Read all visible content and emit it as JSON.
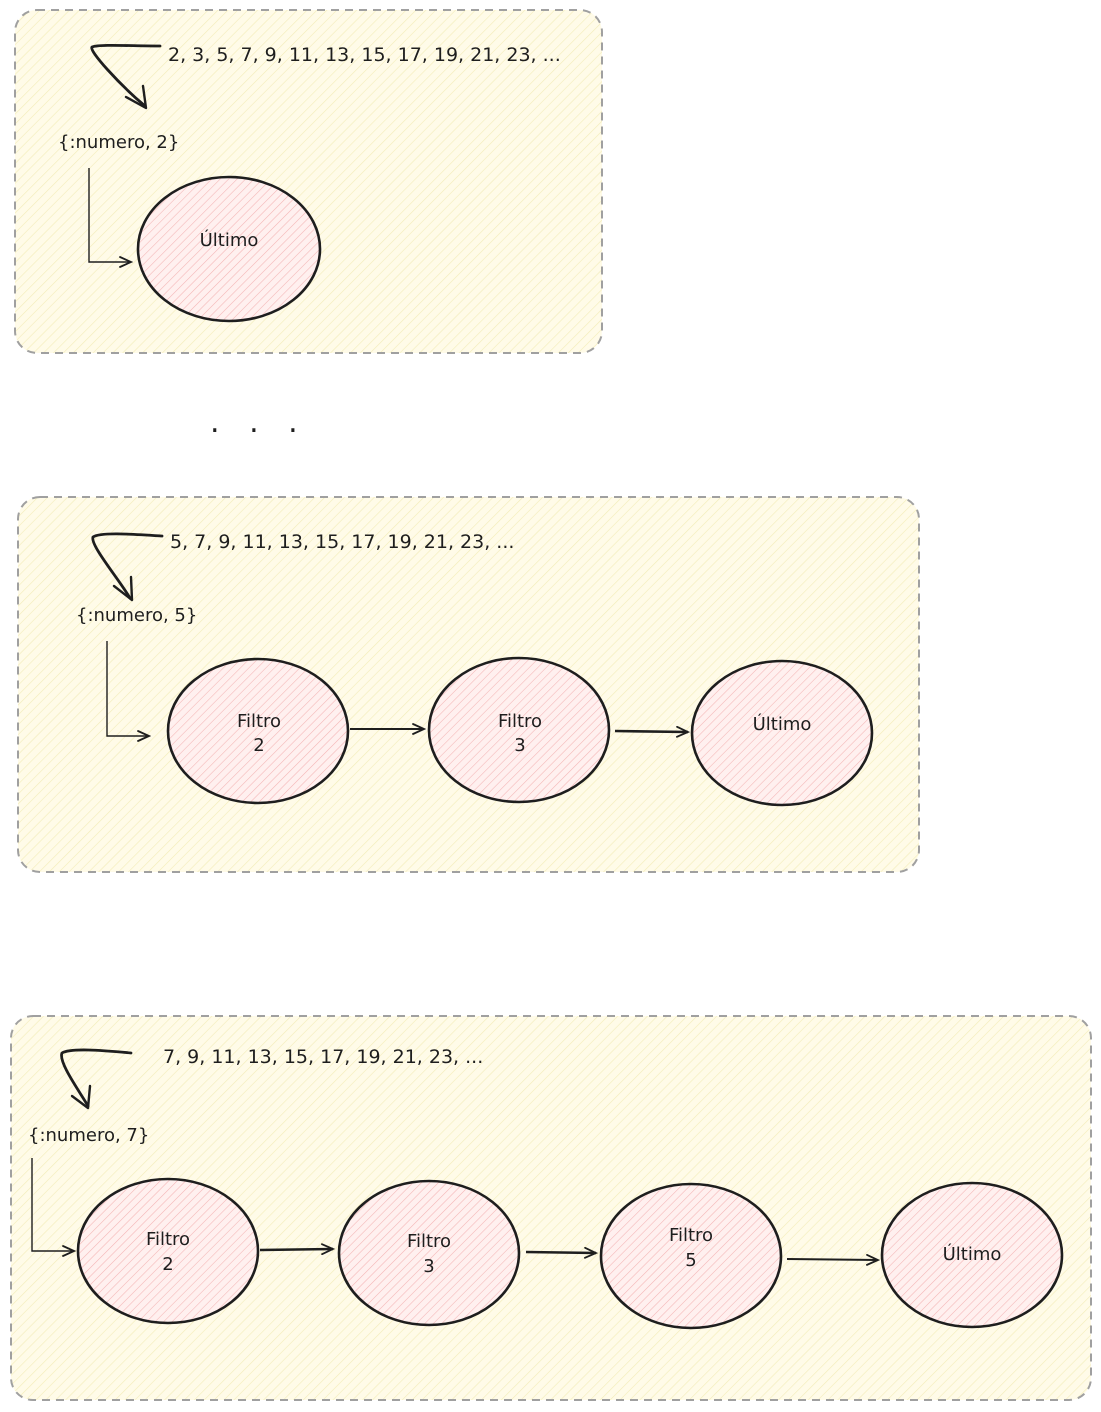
{
  "colors": {
    "frame_stroke": "#a0a0a0",
    "frame_fill": "#fffbe8",
    "frame_hatch": "#f3ecb8",
    "node_stroke": "#1e1e1e",
    "node_fill": "#fff0ef",
    "node_hatch": "#f4b4b4",
    "ink": "#1e1e1e"
  },
  "separator": ". . .",
  "panels": [
    {
      "sequence": "2, 3, 5, 7, 9, 11, 13, 15, 17, 19, 21, 23, ...",
      "message": "{:numero, 2}",
      "nodes": [
        {
          "line1": "Último",
          "line2": ""
        }
      ]
    },
    {
      "sequence": "5, 7, 9, 11, 13, 15, 17, 19, 21, 23, ...",
      "message": "{:numero, 5}",
      "nodes": [
        {
          "line1": "Filtro",
          "line2": "2"
        },
        {
          "line1": "Filtro",
          "line2": "3"
        },
        {
          "line1": "Último",
          "line2": ""
        }
      ]
    },
    {
      "sequence": "7, 9, 11, 13, 15, 17, 19, 21, 23, ...",
      "message": "{:numero, 7}",
      "nodes": [
        {
          "line1": "Filtro",
          "line2": "2"
        },
        {
          "line1": "Filtro",
          "line2": "3"
        },
        {
          "line1": "Filtro",
          "line2": "5"
        },
        {
          "line1": "Último",
          "line2": ""
        }
      ]
    }
  ]
}
